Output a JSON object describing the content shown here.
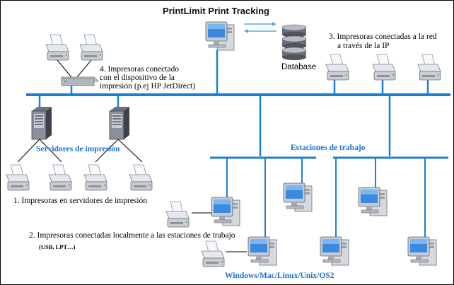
{
  "title": "PrintLimit Print Tracking",
  "database_label": "Database",
  "labels": {
    "jetdirect_line1": "4. Impresoras conectado",
    "jetdirect_line2": "con el dispositivo de la",
    "jetdirect_line3": "impresión (p.ej HP JetDirect)",
    "network_line1": "3. Impresoras conectadas a la red",
    "network_line2": "a través de la IP",
    "servers": "Servidores de impresión",
    "workstations": "Estaciones de trabajo",
    "server_printers": "1. Impresoras en servidores de impresión",
    "local_printers": "2. Impresoras conectadas localmente a las estaciones de trabajo",
    "local_ports": "(USB, LPT…)",
    "os_list": "Windows/Mac/Linux/Unix/OS2"
  },
  "colors": {
    "network_line": "#1c7fd6",
    "accent_text": "#1a6fd0",
    "arrow": "#5aa8e6"
  }
}
